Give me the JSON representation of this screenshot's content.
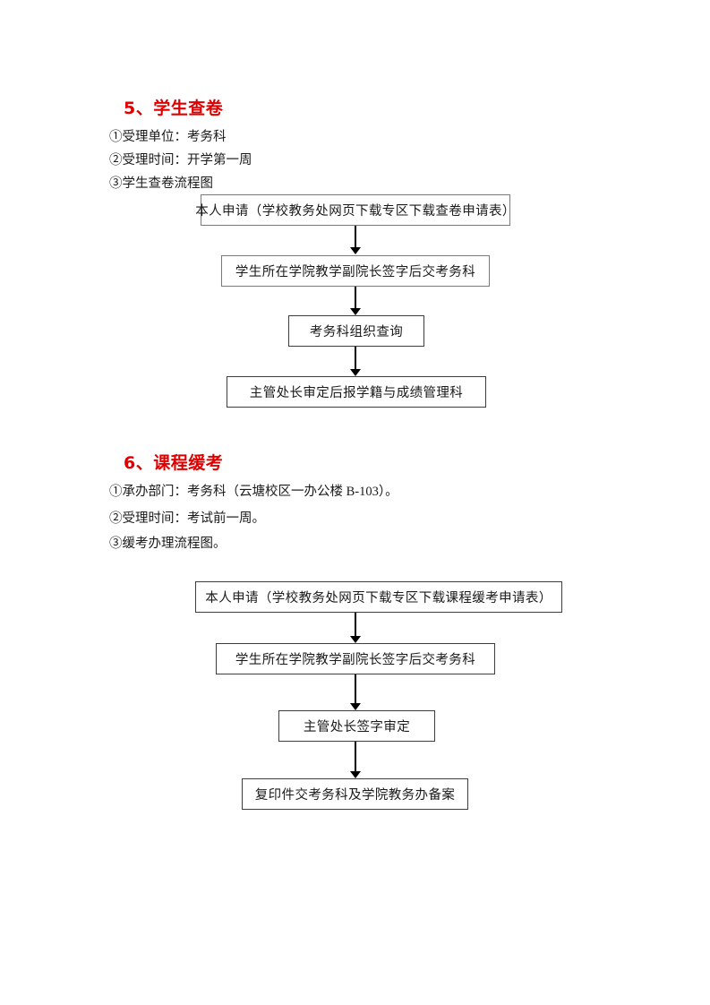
{
  "document": {
    "page_background": "#ffffff",
    "heading_color": "#e00000",
    "text_color": "#1a1a1a",
    "box_border_color": "#7a7a7a"
  },
  "sections": [
    {
      "heading": "5、学生查卷",
      "lines": [
        "①受理单位：考务科",
        "②受理时间：开学第一周",
        "③学生查卷流程图"
      ],
      "flowchart": {
        "type": "flowchart",
        "orientation": "vertical",
        "nodes": [
          "本人申请（学校教务处网页下载专区下载查卷申请表）",
          "学生所在学院教学副院长签字后交考务科",
          "考务科组织查询",
          "主管处长审定后报学籍与成绩管理科"
        ],
        "connectors": [
          "arrow-down",
          "arrow-down",
          "arrow-down"
        ]
      }
    },
    {
      "heading": "6、课程缓考",
      "lines": [
        "①承办部门：考务科（云塘校区一办公楼 B-103）。",
        "②受理时间：考试前一周。",
        "③缓考办理流程图。"
      ],
      "flowchart": {
        "type": "flowchart",
        "orientation": "vertical",
        "nodes": [
          "本人申请（学校教务处网页下载专区下载课程缓考申请表）",
          "学生所在学院教学副院长签字后交考务科",
          "主管处长签字审定",
          "复印件交考务科及学院教务办备案"
        ],
        "connectors": [
          "arrow-down",
          "arrow-down",
          "arrow-down"
        ]
      }
    }
  ]
}
